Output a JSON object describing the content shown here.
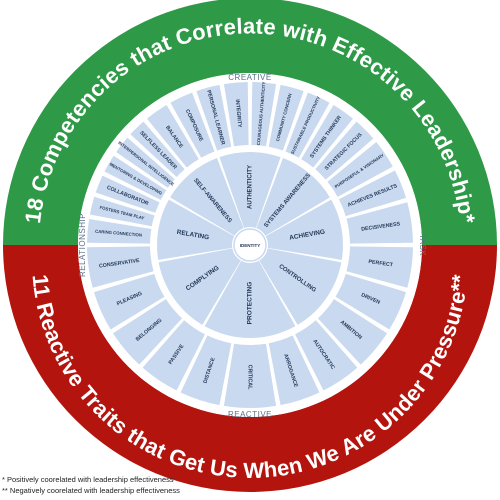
{
  "colors": {
    "green": "#2e9a47",
    "red": "#b4140e",
    "petal": "#c9d9ef",
    "axis_text": "#5a6f8a",
    "label_text": "#243a5a",
    "banner_text": "#ffffff"
  },
  "top_banner": "18 Competencies that Correlate with Effective Leadership*",
  "bottom_banner": "11 Reactive Traits that Get Us When We Are Under Pressure**",
  "axes": {
    "top": "CREATIVE",
    "bottom": "REACTIVE",
    "left": "RELATIONSHIP",
    "right": "TASK"
  },
  "center": "IDENTITY",
  "inner_segments": [
    "AUTHENTICITY",
    "SYSTEMS AWARENESS",
    "ACHIEVING",
    "CONTROLLING",
    "PROTECTING",
    "COMPLYING",
    "RELATING",
    "SELF-AWARENESS"
  ],
  "creative_petals": [
    "INTEGRITY",
    "COURAGEOUS AUTHENTICITY",
    "COMMUNITY CONCERN",
    "SUSTAINABLE PRODUCTIVITY",
    "SYSTEMS THINKER",
    "STRATEGIC FOCUS",
    "PURPOSEFUL & VISIONARY",
    "ACHIEVES RESULTS",
    "DECISIVENESS",
    "CARING CONNECTION",
    "FOSTERS TEAM PLAY",
    "COLLABORATOR",
    "MENTORING & DEVELOPING",
    "INTERPERSONAL INTELLIGENCE",
    "SELFLESS LEADER",
    "BALANCE",
    "COMPOSURE",
    "PERSONAL LEARNER"
  ],
  "reactive_petals": [
    "PERFECT",
    "DRIVEN",
    "AMBITION",
    "AUTOCRATIC",
    "ARROGANCE",
    "CRITICAL",
    "DISTANCE",
    "PASSIVE",
    "BELONGING",
    "PLEASING",
    "CONSERVATIVE"
  ],
  "footnotes": [
    "* Positively coorelated with leadership effectiveness",
    "** Negatively coorelated with leadership effectiveness"
  ]
}
